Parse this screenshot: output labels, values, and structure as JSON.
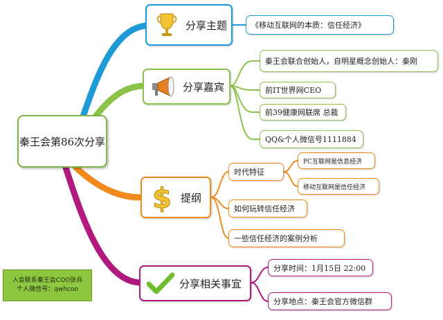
{
  "center": {
    "label": "秦王会第86次分享"
  },
  "branches": {
    "theme": {
      "label": "分享主题",
      "icon": "trophy-icon",
      "color": "#1e9bd7",
      "items": [
        "《移动互联网的本质：信任经济》"
      ]
    },
    "guest": {
      "label": "分享嘉宾",
      "icon": "megaphone-icon",
      "color": "#8bc34a",
      "items": [
        "秦王会联合创始人，自明星概念创始人：秦刚",
        "前IT世界网CEO",
        "前39健康网联席 总裁",
        "QQ&个人微信号1111884"
      ]
    },
    "outline": {
      "label": "提纲",
      "icon": "dollar-icon",
      "color": "#f08a1c",
      "items": [
        "时代特征",
        "如何玩转信任经济",
        "一些信任经济的案例分析"
      ],
      "sub_items": [
        "PC互联网是信息经济",
        "移动互联网是信任经济"
      ]
    },
    "matters": {
      "label": "分享相关事宜",
      "icon": "checkmark-icon",
      "color": "#b0197e",
      "items": [
        "分享时间：1月15日 22:00",
        "分享地点：秦王会官方微信群"
      ]
    }
  },
  "note": {
    "line1": "入会联系秦王会COO张兵",
    "line2": "个人微信号：qwhcoo",
    "color": "#8dc63f"
  }
}
